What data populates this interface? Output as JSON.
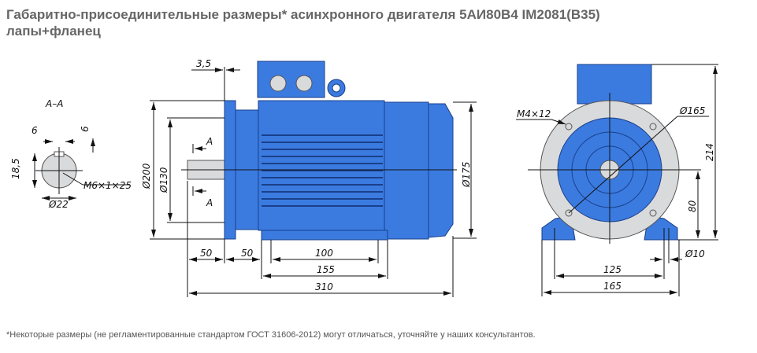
{
  "title_line1": "Габаритно-присоединительные размеры* асинхронного двигателя 5АИ80В4 IM2081(В35)",
  "title_line2": "лапы+фланец",
  "footnote": "*Некоторые размеры (не регламентированные стандартом ГОСТ 31606-2012) могут отличаться, уточняйте у наших консультантов.",
  "section": {
    "label": "А–А",
    "d_width": "6",
    "d_depth": "6",
    "d_height": "18,5",
    "d_shaft": "Ø22",
    "thread": "M6×1×25"
  },
  "side": {
    "flange_gap": "3,5",
    "d_flange": "Ø200",
    "d_spigot": "Ø130",
    "d_body": "Ø175",
    "section_mark": "А",
    "l_shaft": "50",
    "l_flange_foot": "50",
    "l_holes": "100",
    "l_feet": "155",
    "l_total": "310"
  },
  "front": {
    "thread": "M4×12",
    "d_pcd": "Ø165",
    "h_total": "214",
    "h_axis": "80",
    "d_hole": "Ø10",
    "b_holes": "125",
    "b_total": "165"
  }
}
